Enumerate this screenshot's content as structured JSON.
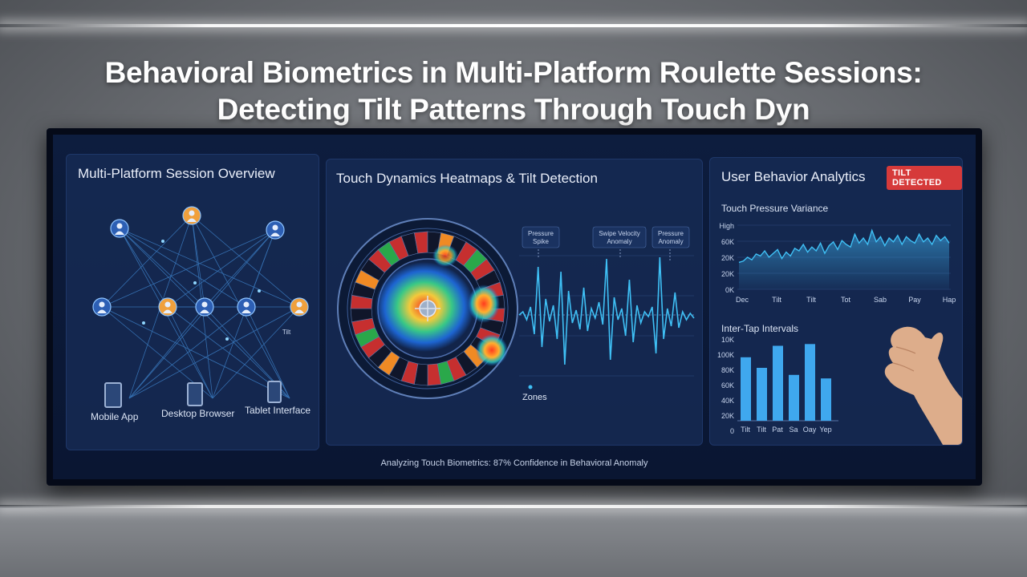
{
  "title": {
    "line1": "Behavioral Biometrics in Multi-Platform Roulette Sessions:",
    "line2": "Detecting Tilt Patterns Through Touch Dyn"
  },
  "panels": {
    "session": {
      "title": "Multi-Platform Session Overview",
      "platforms": [
        "Mobile App",
        "Desktop Browser",
        "Tablet Interface"
      ],
      "node_labels": [
        "Tilt"
      ]
    },
    "heatmap": {
      "title": "Touch Dynamics Heatmaps & Tilt Detection",
      "annotations": [
        "Pressure Spike",
        "Swipe Velocity Anomaly",
        "Pressure Anomaly"
      ],
      "legend": "Zones"
    },
    "analytics": {
      "title": "User Behavior Analytics",
      "badge": "TILT DETECTED",
      "pressure": {
        "subtitle": "Touch Pressure Variance",
        "y_ticks": [
          "High",
          "60K",
          "20K",
          "20K",
          "0K"
        ],
        "x_ticks": [
          "Dec",
          "Tilt",
          "Tilt",
          "Tot",
          "Sab",
          "Pay",
          "Hap"
        ]
      },
      "intervals": {
        "subtitle": "Inter-Tap Intervals",
        "y_ticks": [
          "10K",
          "100K",
          "80K",
          "60K",
          "40K",
          "20K",
          "0"
        ],
        "x_ticks": [
          "Tilt",
          "Tilt",
          "Pat",
          "Sa",
          "Oay",
          "Yep"
        ],
        "values": [
          0.72,
          0.6,
          0.85,
          0.52,
          0.87,
          0.48
        ]
      }
    }
  },
  "footer": "Analyzing Touch Biometrics: 87% Confidence in Behavioral Anomaly",
  "colors": {
    "accent": "#3fb4f2",
    "alert": "#d63a3a",
    "panel": "#162a54"
  }
}
